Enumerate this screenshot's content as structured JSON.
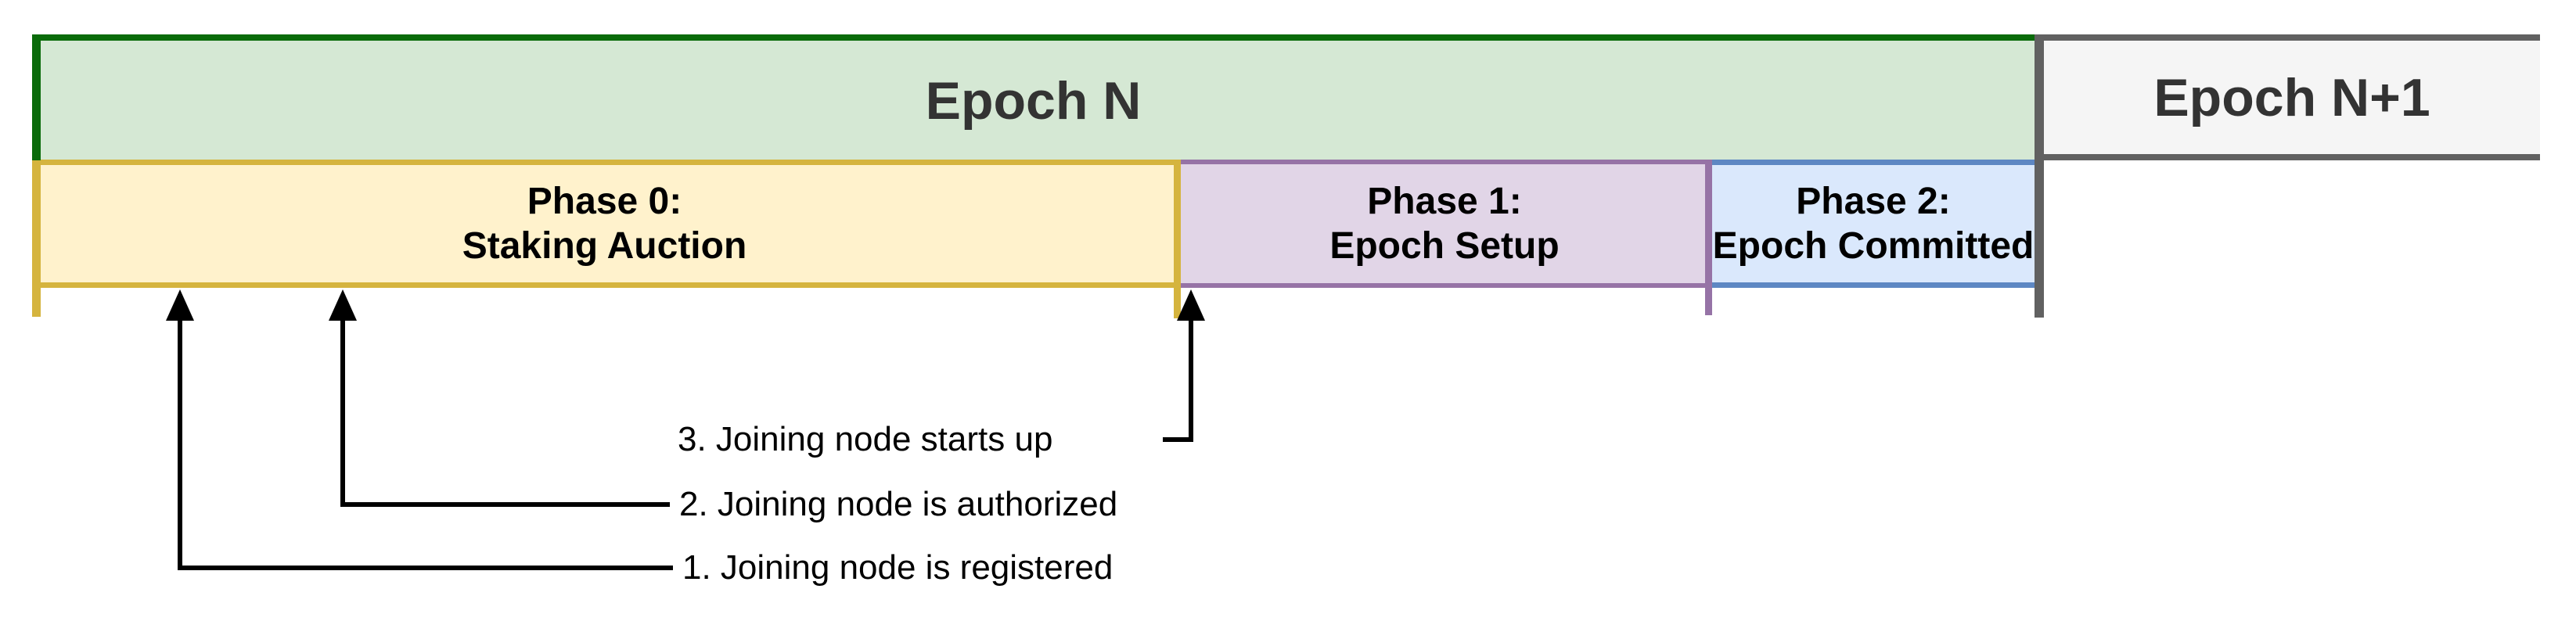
{
  "epochs": [
    {
      "label": "Epoch N"
    },
    {
      "label": "Epoch N+1"
    }
  ],
  "phases": [
    {
      "title": "Phase 0:",
      "subtitle": "Staking Auction"
    },
    {
      "title": "Phase 1:",
      "subtitle": "Epoch Setup"
    },
    {
      "title": "Phase 2:",
      "subtitle": "Epoch Committed"
    }
  ],
  "annotations": [
    {
      "label": "1. Joining node is registered"
    },
    {
      "label": "2. Joining node is authorized"
    },
    {
      "label": "3. Joining node starts up"
    }
  ],
  "colors": {
    "green_dark": "#0a6b0a",
    "green_fill": "#d5e8d4",
    "gold": "#d5b43e",
    "yellow_fill": "#fff2cc",
    "purple": "#9673a6",
    "purple_fill": "#e1d5e7",
    "blue": "#5d87c3",
    "blue_fill": "#dae8fc",
    "gray_dark": "#616161",
    "gray_fill": "#f5f5f5",
    "epoch_text": "#333333",
    "annotation": "#000000"
  }
}
